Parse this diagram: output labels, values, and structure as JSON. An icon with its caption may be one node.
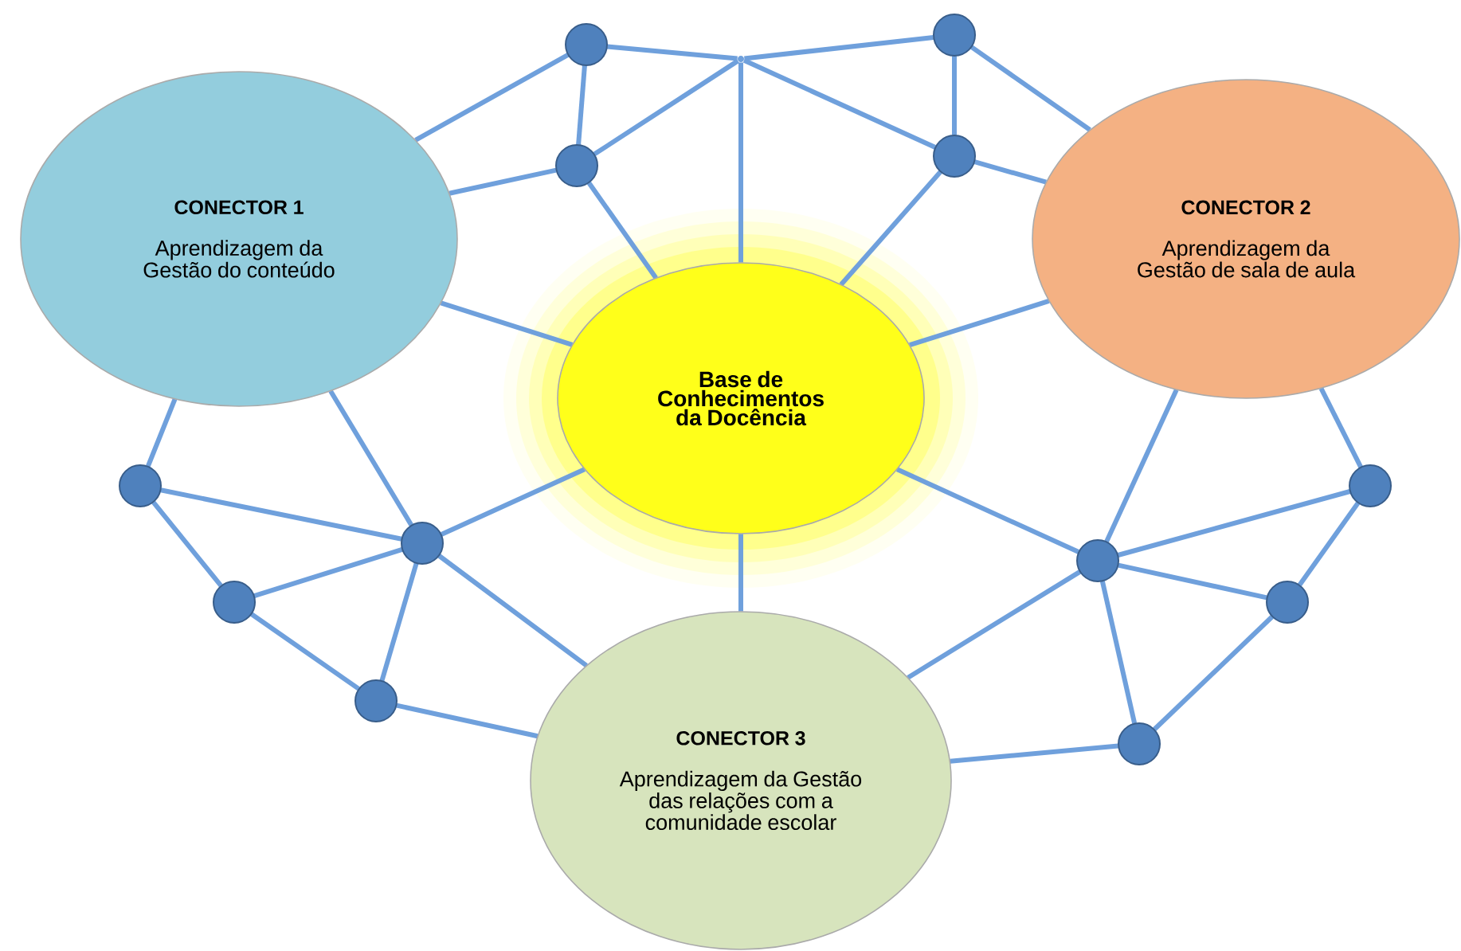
{
  "diagram": {
    "nodes": [
      {
        "text": [
          "CONECTOR 1",
          "Aprendizagem da Gestão do conteúdo"
        ]
      },
      {
        "text": [
          "CONECTOR 2",
          "Aprendizagem da Gestão de sala de aula"
        ]
      },
      {
        "text": [
          "Base de Conhecimentos da Docência"
        ]
      },
      {
        "text": [
          "CONECTOR 3",
          "Aprendizagem da Gestão das relações com a comunidade escolar"
        ]
      },
      {
        "text": [],
        "shape": "circle"
      },
      {
        "text": [],
        "shape": "point"
      },
      {
        "text": [],
        "shape": "circle"
      },
      {
        "text": [],
        "shape": "circle"
      },
      {
        "text": [],
        "shape": "circle"
      },
      {
        "text": [],
        "shape": "circle"
      },
      {
        "text": [],
        "shape": "circle"
      },
      {
        "text": [],
        "shape": "circle"
      },
      {
        "text": [],
        "shape": "circle"
      },
      {
        "text": [],
        "shape": "circle"
      },
      {
        "text": [],
        "shape": "circle"
      },
      {
        "text": [],
        "shape": "circle"
      },
      {
        "text": [],
        "shape": "circle"
      }
    ],
    "edges": [
      {
        "from": 0,
        "to": 4,
        "arrow": "none"
      },
      {
        "from": 4,
        "to": 5,
        "arrow": "none"
      },
      {
        "from": 4,
        "to": 7,
        "arrow": "none"
      },
      {
        "from": 0,
        "to": 7,
        "arrow": "none"
      },
      {
        "from": 7,
        "to": 5,
        "arrow": "none"
      },
      {
        "from": 5,
        "to": 6,
        "arrow": "none"
      },
      {
        "from": 5,
        "to": 2,
        "arrow": "none"
      },
      {
        "from": 5,
        "to": 8,
        "arrow": "none"
      },
      {
        "from": 6,
        "to": 8,
        "arrow": "none"
      },
      {
        "from": 6,
        "to": 1,
        "arrow": "none"
      },
      {
        "from": 8,
        "to": 1,
        "arrow": "none"
      },
      {
        "from": 7,
        "to": 2,
        "arrow": "none"
      },
      {
        "from": 8,
        "to": 2,
        "arrow": "none"
      },
      {
        "from": 0,
        "to": 2,
        "arrow": "none"
      },
      {
        "from": 0,
        "to": 10,
        "arrow": "none"
      },
      {
        "from": 0,
        "to": 9,
        "arrow": "none"
      },
      {
        "from": 9,
        "to": 10,
        "arrow": "none"
      },
      {
        "from": 9,
        "to": 13,
        "arrow": "none"
      },
      {
        "from": 13,
        "to": 10,
        "arrow": "none"
      },
      {
        "from": 13,
        "to": 15,
        "arrow": "none"
      },
      {
        "from": 10,
        "to": 15,
        "arrow": "none"
      },
      {
        "from": 10,
        "to": 2,
        "arrow": "none"
      },
      {
        "from": 10,
        "to": 3,
        "arrow": "none"
      },
      {
        "from": 15,
        "to": 3,
        "arrow": "none"
      },
      {
        "from": 2,
        "to": 3,
        "arrow": "none"
      },
      {
        "from": 2,
        "to": 11,
        "arrow": "none"
      },
      {
        "from": 1,
        "to": 11,
        "arrow": "none"
      },
      {
        "from": 1,
        "to": 12,
        "arrow": "none"
      },
      {
        "from": 11,
        "to": 12,
        "arrow": "none"
      },
      {
        "from": 11,
        "to": 14,
        "arrow": "none"
      },
      {
        "from": 14,
        "to": 12,
        "arrow": "none"
      },
      {
        "from": 14,
        "to": 16,
        "arrow": "none"
      },
      {
        "from": 11,
        "to": 16,
        "arrow": "none"
      },
      {
        "from": 3,
        "to": 11,
        "arrow": "none"
      },
      {
        "from": 3,
        "to": 16,
        "arrow": "none"
      },
      {
        "from": 2,
        "to": 1,
        "arrow": "none"
      }
    ]
  }
}
